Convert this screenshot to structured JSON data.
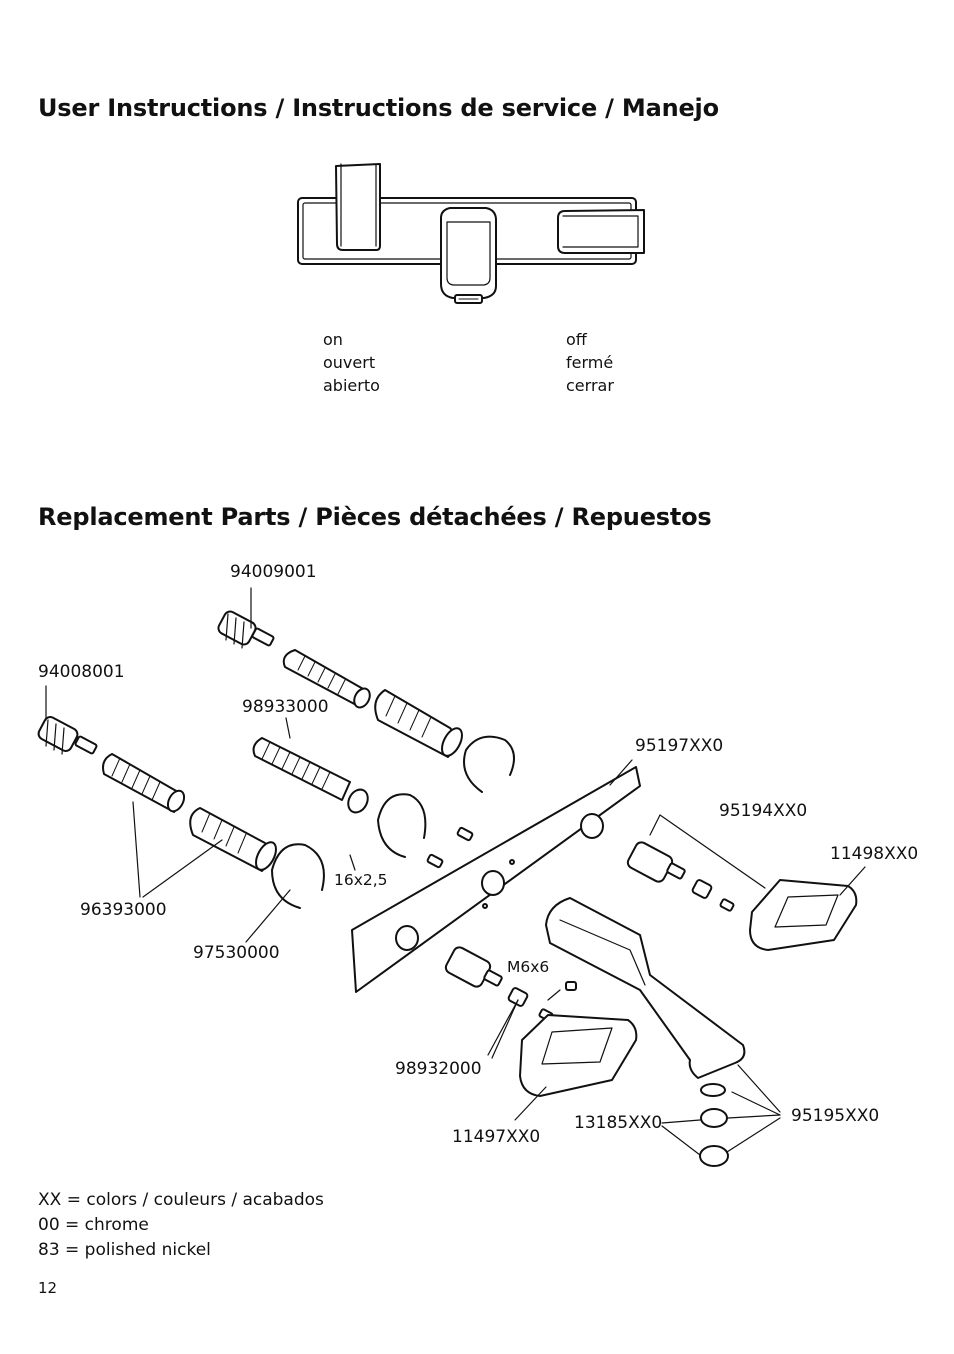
{
  "headings": {
    "user_instructions": "User Instructions / Instructions de service / Manejo",
    "replacement_parts": "Replacement Parts / Pièces détachées / Repuestos"
  },
  "states": {
    "on": [
      "on",
      "ouvert",
      "abierto"
    ],
    "off": [
      "off",
      "fermé",
      "cerrar"
    ]
  },
  "parts": {
    "p94009001": "94009001",
    "p94008001": "94008001",
    "p98933000": "98933000",
    "p95197": "95197XX0",
    "p95194": "95194XX0",
    "p11498": "11498XX0",
    "seal": "16x2,5",
    "p96393000": "96393000",
    "p97530000": "97530000",
    "screw": "M6x6",
    "p98932000": "98932000",
    "p13185": "13185XX0",
    "p95195": "95195XX0",
    "p11497": "11497XX0"
  },
  "legend": [
    "XX = colors / couleurs / acabados",
    "00 = chrome",
    "83 = polished nickel"
  ],
  "page_number": "12"
}
